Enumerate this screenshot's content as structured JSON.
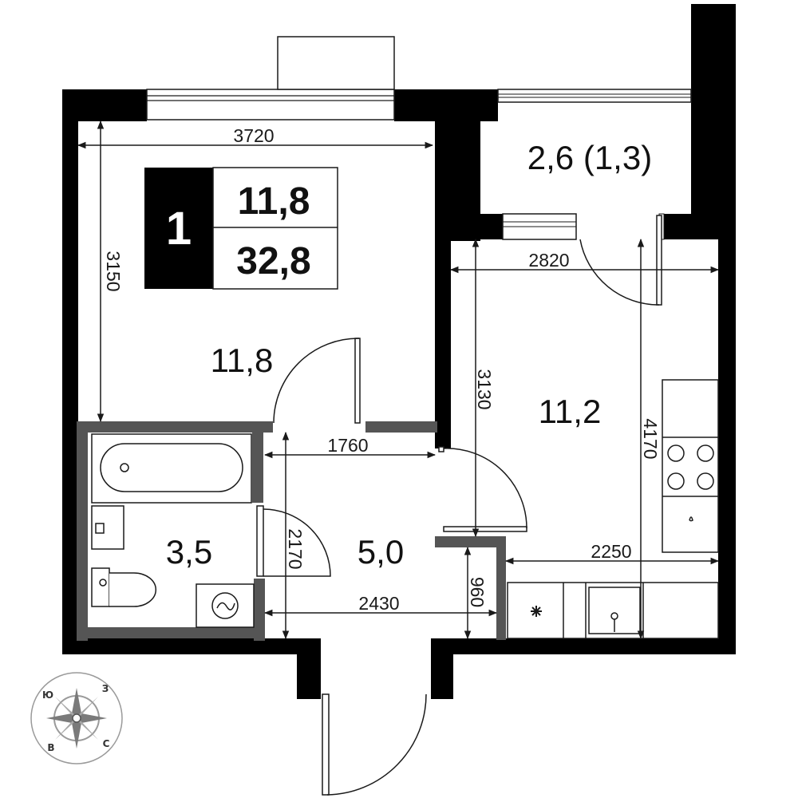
{
  "badge": {
    "rooms": "1",
    "living_area": "11,8",
    "total_area": "32,8"
  },
  "rooms": {
    "living_room": "11,8",
    "kitchen": "11,2",
    "loggia": "2,6 (1,3)",
    "bathroom": "3,5",
    "hallway": "5,0"
  },
  "dimensions": {
    "room_width": "3720",
    "room_depth": "3150",
    "kitchen_width": "2820",
    "kitchen_depth": "3130",
    "kitchen_full_depth": "4170",
    "corridor_width": "1760",
    "hall_depth": "2170",
    "hall_width": "2430",
    "niche_width": "2250",
    "niche_depth": "960"
  },
  "compass": {
    "top_left": "Ю",
    "top_right": "З",
    "bottom_left": "В",
    "bottom_right": "С"
  },
  "colors": {
    "wall": "#000000",
    "partition": "#555555",
    "line": "#1a1a1a"
  }
}
